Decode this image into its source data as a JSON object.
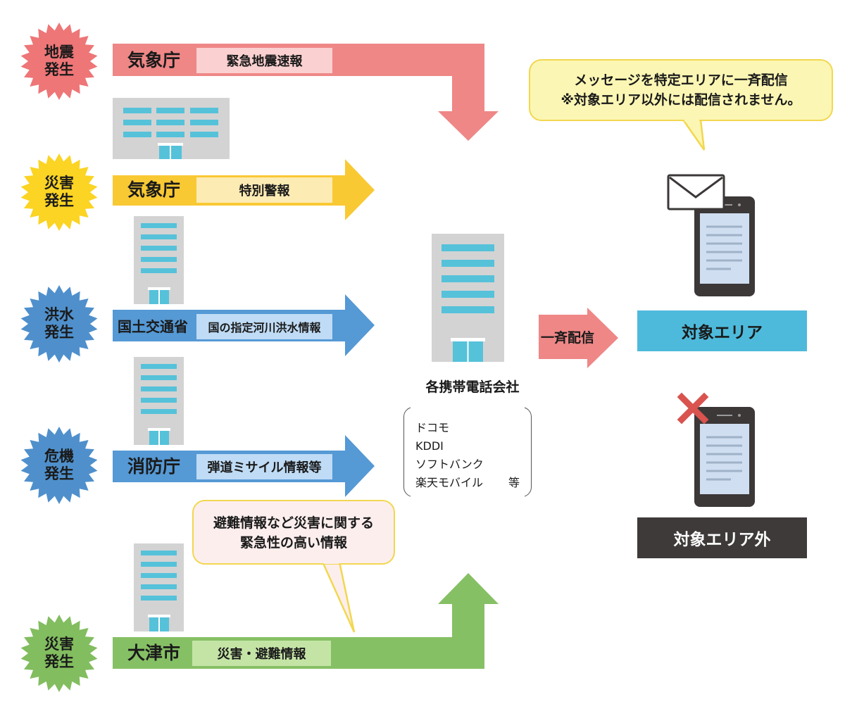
{
  "colors": {
    "red": "#ef8787",
    "red_burst": "#ee7677",
    "red_info_bg": "#fbd0d0",
    "yellow": "#f9c934",
    "yellow_burst": "#fbd424",
    "yellow_info_bg": "#fdebb4",
    "blue": "#5599d5",
    "blue_burst": "#4f90cc",
    "blue_info_bg": "#bfdbf5",
    "green": "#86c065",
    "green_burst": "#82bd5f",
    "green_info_bg": "#c4e4a6",
    "building_gray": "#d3d3d3",
    "window_cyan": "#55c2da",
    "target_area": "#4ebadb",
    "outside_area": "#3f3a3a",
    "phone_dark": "#3c3838",
    "screen_blue": "#cfdef0",
    "cross_red": "#d9534f",
    "callout_yellow_bg": "#fbf6b4",
    "callout_yellow_border": "#f2d74f",
    "callout_pink_bg": "#fdeeee"
  },
  "flows": [
    {
      "event": [
        "地震",
        "発生"
      ],
      "agency": "気象庁",
      "info": "緊急地震速報",
      "color": "red"
    },
    {
      "event": [
        "災害",
        "発生"
      ],
      "agency": "気象庁",
      "info": "特別警報",
      "color": "yellow"
    },
    {
      "event": [
        "洪水",
        "発生"
      ],
      "agency": "国土交通省",
      "info": "国の指定河川洪水情報",
      "color": "blue"
    },
    {
      "event": [
        "危機",
        "発生"
      ],
      "agency": "消防庁",
      "info": "弾道ミサイル情報等",
      "color": "blue"
    },
    {
      "event": [
        "災害",
        "発生"
      ],
      "agency": "大津市",
      "info": "災害・避難情報",
      "color": "green"
    }
  ],
  "carrier": {
    "title": "各携帯電話会社",
    "members": [
      "ドコモ",
      "KDDI",
      "ソフトバンク",
      "楽天モバイル"
    ],
    "etc": "等"
  },
  "broadcast_label": "一斉配信",
  "callout_top": [
    "メッセージを特定エリアに一斉配信",
    "※対象エリア以外には配信されません。"
  ],
  "callout_bottom": [
    "避難情報など災害に関する",
    "緊急性の高い情報"
  ],
  "target_area_label": "対象エリア",
  "outside_area_label": "対象エリア外",
  "icons": {
    "envelope": "envelope-icon",
    "smartphone": "smartphone-icon",
    "cross": "cross-icon",
    "building": "building-icon"
  }
}
